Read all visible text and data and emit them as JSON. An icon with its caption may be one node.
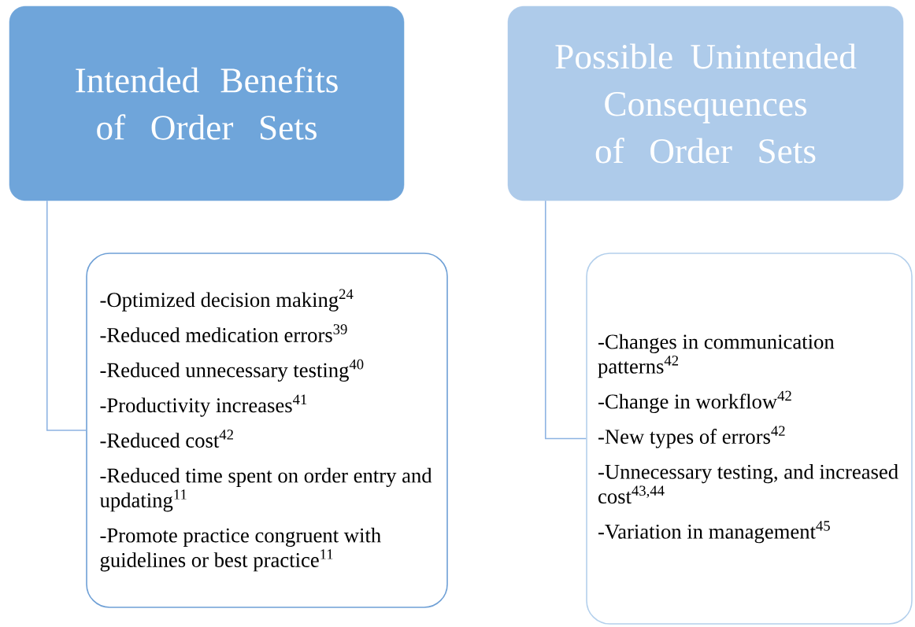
{
  "diagram": {
    "nodes": [
      {
        "text": [
          "Intended Benefits of Order Sets"
        ]
      },
      {
        "text": [
          "-Optimized decision making$^{24}$",
          "-Reduced medication errors$^{39}$",
          "-Reduced unnecessary testing$^{40}$",
          "-Productivity increases$^{41}$",
          "-Reduced cost$^{42}$",
          "-Reduced time spent on order entry and updating$^{11}$",
          "-Promote practice congruent with guidelines or best practice$^{11}$"
        ]
      },
      {
        "text": [
          "Possible Unintended Consequences of Order Sets"
        ]
      },
      {
        "text": [
          "-Changes in communication patterns$^{42}$",
          "-Change in workflow$^{42}$",
          "-New types of errors$^{42}$",
          "-Unnecessary testing, and increased cost$^{43,44}$",
          "-Variation in management$^{45}$"
        ]
      }
    ],
    "edges": [
      {
        "from": 0,
        "to": 1,
        "arrow": "none"
      },
      {
        "from": 2,
        "to": 3,
        "arrow": "none"
      }
    ]
  }
}
